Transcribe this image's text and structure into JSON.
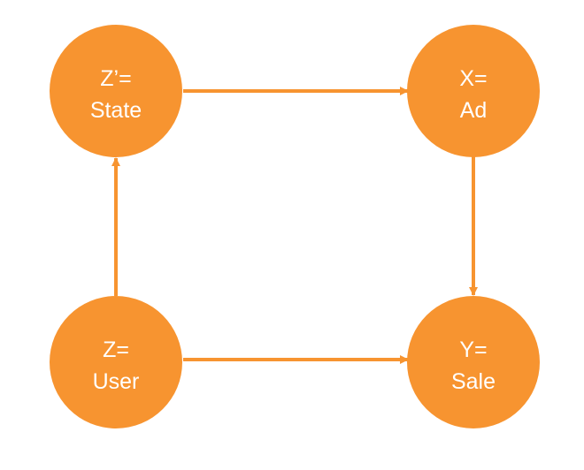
{
  "colors": {
    "node_fill": "#F79430",
    "edge": "#F79430",
    "label": "#FFFFFF",
    "background": "#FFFFFF"
  },
  "nodes": {
    "z_prime": {
      "line1": "Z’=",
      "line2": "State"
    },
    "x": {
      "line1": "X=",
      "line2": "Ad"
    },
    "z": {
      "line1": "Z=",
      "line2": "User"
    },
    "y": {
      "line1": "Y=",
      "line2": "Sale"
    }
  },
  "edges": [
    {
      "from": "Z’",
      "to": "X"
    },
    {
      "from": "X",
      "to": "Y"
    },
    {
      "from": "Z",
      "to": "Z’"
    },
    {
      "from": "Z",
      "to": "Y"
    }
  ]
}
